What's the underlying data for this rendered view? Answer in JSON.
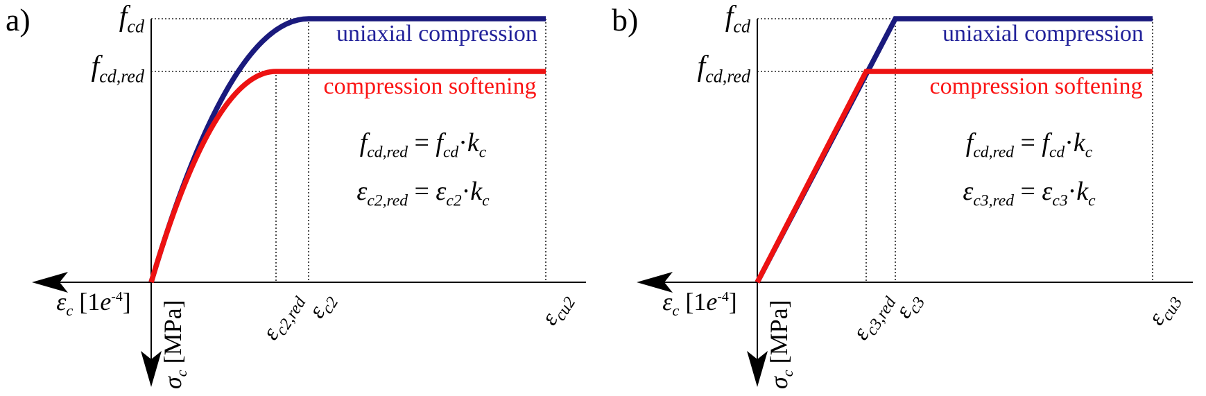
{
  "figure": {
    "bg": "#ffffff",
    "colors": {
      "uniaxial_line": "#1a1a7d",
      "uniaxial_text": "#22229a",
      "softening_line": "#ed1212",
      "softening_text": "#fb1414",
      "axis": "#000000",
      "dotted": "#222222",
      "text": "#000000"
    }
  },
  "chart_data": [
    {
      "type": "line",
      "panel": "a",
      "title": "parabola-rectangle concrete design stress-strain diagram with compression softening",
      "xlabel": "εc [1e-4]",
      "ylabel": "σc [MPa]",
      "axis_arrows": {
        "x": "left",
        "y": "down"
      },
      "grid": "off",
      "x_tick_labels": [
        "ε_c2,red",
        "ε_c2",
        "ε_cu2"
      ],
      "y_tick_labels": [
        "f_cd,red",
        "f_cd"
      ],
      "legend_position": "labels on curves (right of plateau)",
      "k_c_implied": 0.8,
      "series": [
        {
          "name": "uniaxial compression",
          "color": "#1a1a7d",
          "shape": "parabola then plateau",
          "x_in_eps_c2_units": [
            0,
            1.0,
            2.51
          ],
          "y_in_fcd_units": [
            0,
            1.0,
            1.0
          ],
          "peak_stress": "f_cd",
          "peak_strain": "ε_c2",
          "ultimate_strain": "ε_cu2"
        },
        {
          "name": "compression softening",
          "color": "#ed1212",
          "shape": "parabola then plateau",
          "x_in_eps_c2_units": [
            0,
            0.79,
            2.51
          ],
          "y_in_fcd_units": [
            0,
            0.8,
            0.8
          ],
          "peak_stress": "f_cd,red = f_cd·k_c",
          "peak_strain": "ε_c2,red = ε_c2·k_c"
        }
      ],
      "annotations": [
        "f_cd,red = f_cd·k_c",
        "ε_c2,red = ε_c2·k_c"
      ]
    },
    {
      "type": "line",
      "panel": "b",
      "title": "bilinear concrete design stress-strain diagram with compression softening",
      "xlabel": "εc [1e-4]",
      "ylabel": "σc [MPa]",
      "axis_arrows": {
        "x": "left",
        "y": "down"
      },
      "grid": "off",
      "x_tick_labels": [
        "ε_c3,red",
        "ε_c3",
        "ε_cu3"
      ],
      "y_tick_labels": [
        "f_cd,red",
        "f_cd"
      ],
      "legend_position": "labels on curves (right of plateau)",
      "k_c_implied": 0.8,
      "series": [
        {
          "name": "uniaxial compression",
          "color": "#1a1a7d",
          "shape": "linear then plateau",
          "x_in_eps_c3_units": [
            0,
            1.0,
            2.86
          ],
          "y_in_fcd_units": [
            0,
            1.0,
            1.0
          ],
          "peak_stress": "f_cd",
          "peak_strain": "ε_c3",
          "ultimate_strain": "ε_cu3"
        },
        {
          "name": "compression softening",
          "color": "#ed1212",
          "shape": "linear then plateau",
          "x_in_eps_c3_units": [
            0,
            0.79,
            2.86
          ],
          "y_in_fcd_units": [
            0,
            0.8,
            0.8
          ],
          "peak_stress": "f_cd,red = f_cd·k_c",
          "peak_strain": "ε_c3,red = ε_c3·k_c"
        }
      ],
      "annotations": [
        "f_cd,red = f_cd·k_c",
        "ε_c3,red = ε_c3·k_c"
      ]
    }
  ],
  "panels": [
    {
      "tag": "a)",
      "curve": "parabola",
      "labels": {
        "fcd": {
          "base": "f",
          "sub": "cd"
        },
        "fcdred": {
          "base": "f",
          "sub": "cd,red"
        },
        "uniaxial": "uniaxial compression",
        "softening": "compression softening",
        "eq1": {
          "l": "f",
          "lsub": "cd,red",
          "eq": " = ",
          "r": "f",
          "rsub": "cd",
          "dot": "·",
          "k": "k",
          "ksub": "c"
        },
        "eq2": {
          "l": "ε",
          "lsub": "c2,red",
          "eq": " = ",
          "r": "ε",
          "rsub": "c2",
          "dot": "·",
          "k": "k",
          "ksub": "c"
        },
        "xaxis": {
          "sym": "ε",
          "sub": "c",
          "u1": " [1",
          "e": "e",
          "sup": "-4",
          "u2": "]"
        },
        "yaxis": {
          "sym": "σ",
          "sub": "c",
          "unit": " [MPa]"
        },
        "ticks": [
          {
            "sym": "ε",
            "sub": "c2,red",
            "x": 398
          },
          {
            "sym": "ε",
            "sub": "c2",
            "x": 445
          },
          {
            "sym": "ε",
            "sub": "cu2",
            "x": 787
          }
        ]
      },
      "layout": {
        "origin_x": 218,
        "axis_y": 407,
        "fcd_y": 27,
        "fcdred_y": 103,
        "eps_red_x": 398,
        "eps_peak_x": 445,
        "eps_u_x": 787,
        "haxis_left": 46,
        "haxis_right": 845,
        "vaxis_bottom": 558
      }
    },
    {
      "tag": "b)",
      "curve": "bilinear",
      "labels": {
        "fcd": {
          "base": "f",
          "sub": "cd"
        },
        "fcdred": {
          "base": "f",
          "sub": "cd,red"
        },
        "uniaxial": "uniaxial compression",
        "softening": "compression softening",
        "eq1": {
          "l": "f",
          "lsub": "cd,red",
          "eq": " = ",
          "r": "f",
          "rsub": "cd",
          "dot": "·",
          "k": "k",
          "ksub": "c"
        },
        "eq2": {
          "l": "ε",
          "lsub": "c3,red",
          "eq": " = ",
          "r": "ε",
          "rsub": "c3",
          "dot": "·",
          "k": "k",
          "ksub": "c"
        },
        "xaxis": {
          "sym": "ε",
          "sub": "c",
          "u1": " [1",
          "e": "e",
          "sup": "-4",
          "u2": "]"
        },
        "yaxis": {
          "sym": "σ",
          "sub": "c",
          "unit": " [MPa]"
        },
        "ticks": [
          {
            "sym": "ε",
            "sub": "c3,red",
            "x": 375
          },
          {
            "sym": "ε",
            "sub": "c3",
            "x": 417
          },
          {
            "sym": "ε",
            "sub": "cu3",
            "x": 788
          }
        ]
      },
      "layout": {
        "origin_x": 218,
        "axis_y": 407,
        "fcd_y": 27,
        "fcdred_y": 103,
        "eps_red_x": 375,
        "eps_peak_x": 417,
        "eps_u_x": 788,
        "haxis_left": 44,
        "haxis_right": 846,
        "vaxis_bottom": 558
      }
    }
  ]
}
